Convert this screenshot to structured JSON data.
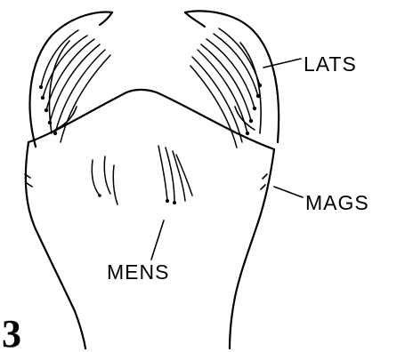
{
  "figure": {
    "number": "3",
    "labels": {
      "lats": "LATS",
      "mags": "MAGS",
      "mens": "MENS"
    }
  }
}
